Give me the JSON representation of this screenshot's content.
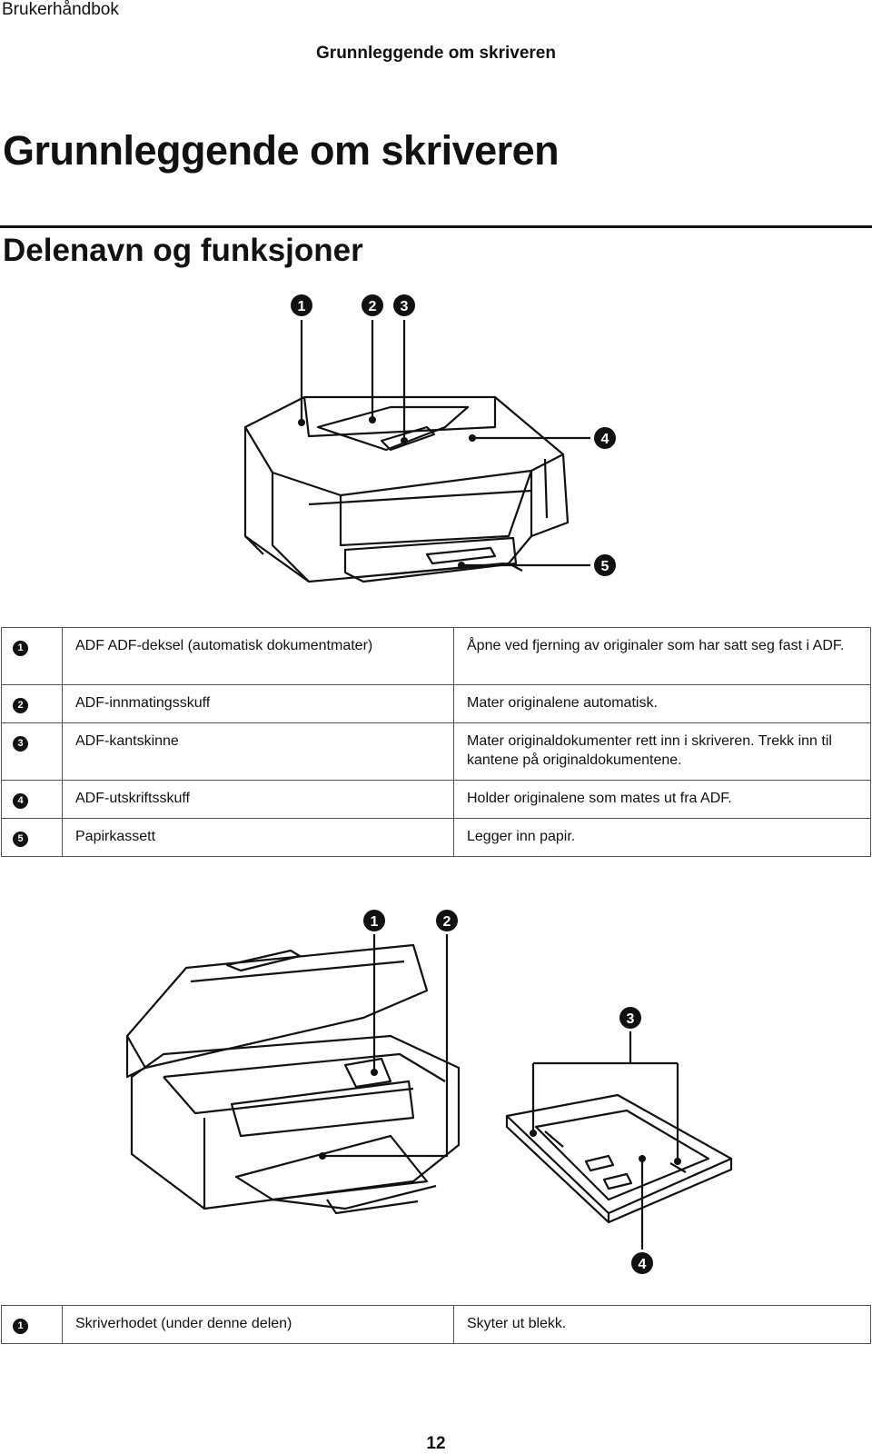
{
  "header": {
    "running_title": "Brukerhåndbok",
    "section_title": "Grunnleggende om skriveren"
  },
  "title": "Grunnleggende om skriveren",
  "subtitle": "Delenavn og funksjoner",
  "figure1": {
    "callouts": [
      "1",
      "2",
      "3",
      "4",
      "5"
    ]
  },
  "table1": {
    "rows": [
      {
        "num": "1",
        "part": "ADF ADF-deksel (automatisk dokumentmater)",
        "desc": "Åpne ved fjerning av originaler som har satt seg fast i ADF."
      },
      {
        "num": "2",
        "part": "ADF-innmatingsskuff",
        "desc": "Mater originalene automatisk."
      },
      {
        "num": "3",
        "part": "ADF-kantskinne",
        "desc": "Mater originaldokumenter rett inn i skriveren. Trekk inn til kantene på originaldokumentene."
      },
      {
        "num": "4",
        "part": "ADF-utskriftsskuff",
        "desc": "Holder originalene som mates ut fra ADF."
      },
      {
        "num": "5",
        "part": "Papirkassett",
        "desc": "Legger inn papir."
      }
    ]
  },
  "figure2": {
    "callouts": [
      "1",
      "2",
      "3",
      "4"
    ]
  },
  "table2": {
    "rows": [
      {
        "num": "1",
        "part": "Skriverhodet (under denne delen)",
        "desc": "Skyter ut blekk."
      }
    ]
  },
  "footer": {
    "page_number": "12"
  }
}
